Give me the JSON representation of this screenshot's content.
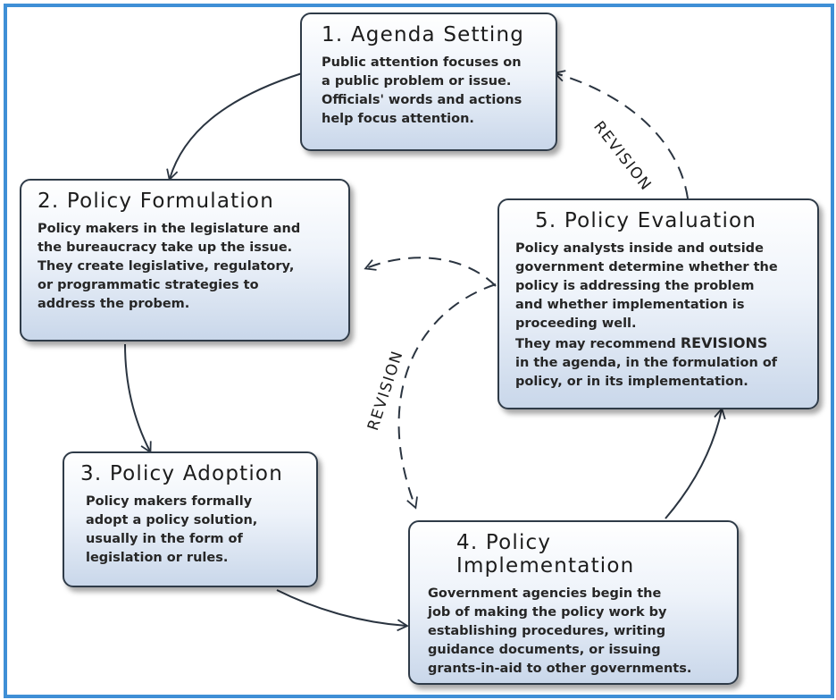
{
  "steps": [
    {
      "title": "1. Agenda Setting",
      "lines": [
        "Public attention focuses on",
        "a public problem or issue.",
        "Officials' words and actions",
        "help focus attention."
      ]
    },
    {
      "title": "2. Policy Formulation",
      "lines": [
        "Policy makers in the legislature and",
        "the bureaucracy take up the issue.",
        "They create legislative, regulatory,",
        "or programmatic strategies to",
        "address the probem."
      ]
    },
    {
      "title": "3. Policy Adoption",
      "lines": [
        "Policy makers formally",
        "adopt a policy solution,",
        "usually in the form of",
        "legislation or rules."
      ]
    },
    {
      "title": "4. Policy Implementation",
      "lines": [
        "Government agencies begin the",
        "job of making the policy work by",
        "establishing procedures, writing",
        "guidance documents, or issuing",
        "grants-in-aid to other governments."
      ]
    },
    {
      "title": "5. Policy Evaluation",
      "lines": [
        "Policy analysts inside and outside",
        "government determine whether the",
        "policy is addressing the problem",
        "and whether implementation is",
        "proceeding well."
      ],
      "recommend_prefix": "They may recommend ",
      "recommend_emphasis": "REVISIONS",
      "recommend_lines": [
        "in the agenda, in the formulation of",
        "policy, or in its implementation."
      ]
    }
  ],
  "revision_labels": [
    "REVISION",
    "REVISION"
  ],
  "colors": {
    "frame": "#3f8fd6",
    "box_border": "#2f3b48",
    "box_fill_top": "#ffffff",
    "box_fill_bottom": "#c9d7ea",
    "arrow": "#2a3440"
  }
}
